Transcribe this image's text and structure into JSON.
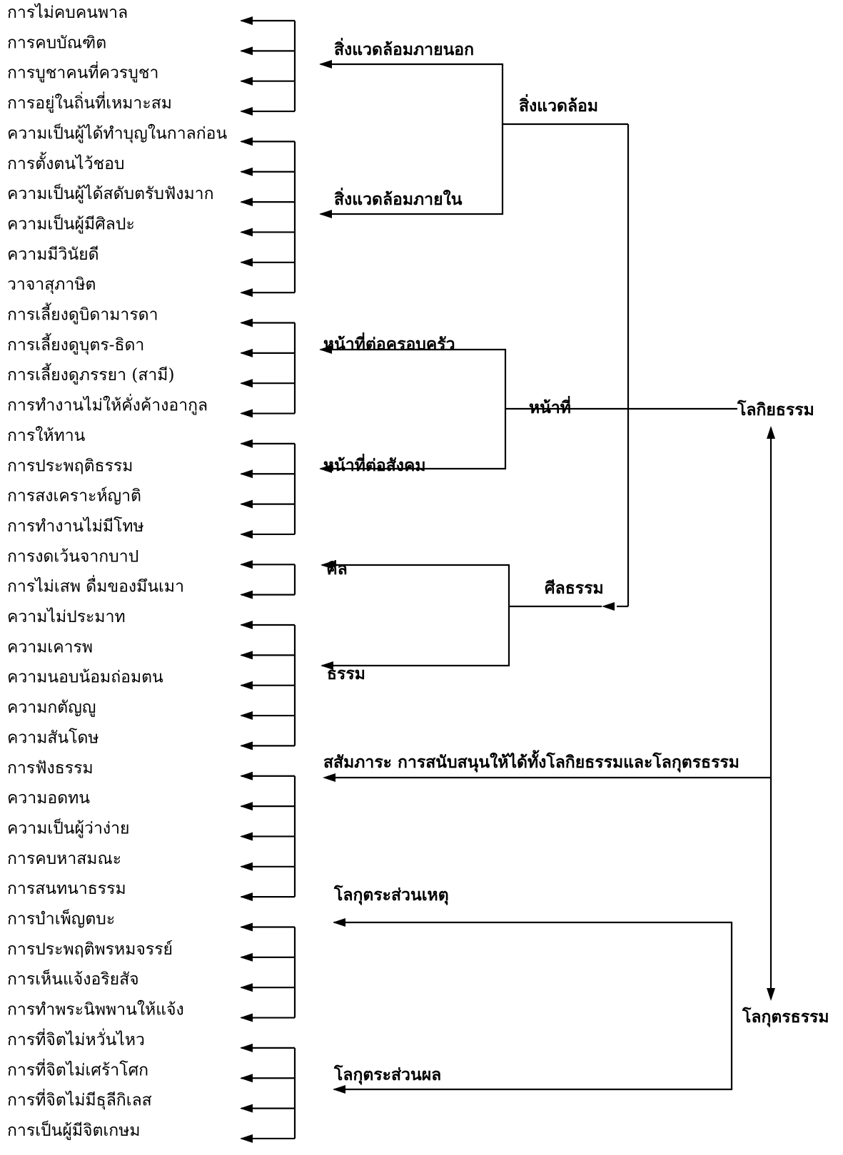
{
  "items": [
    "การไม่คบคนพาล",
    "การคบบัณฑิต",
    "การบูชาคนที่ควรบูชา",
    "การอยู่ในถิ่นที่เหมาะสม",
    "ความเป็นผู้ได้ทำบุญในกาลก่อน",
    "การตั้งตนไว้ชอบ",
    "ความเป็นผู้ได้สดับตรับฟังมาก",
    "ความเป็นผู้มีศิลปะ",
    "ความมีวินัยดี",
    "วาจาสุภาษิต",
    "การเลี้ยงดูบิดามารดา",
    "การเลี้ยงดูบุตร-ธิดา",
    "การเลี้ยงดูภรรยา (สามี)",
    "การทำงานไม่ให้คั่งค้างอากูล",
    "การให้ทาน",
    "การประพฤติธรรม",
    "การสงเคราะห์ญาติ",
    "การทำงานไม่มีโทษ",
    "การงดเว้นจากบาป",
    "การไม่เสพ ดื่มของมึนเมา",
    "ความไม่ประมาท",
    "ความเคารพ",
    "ความนอบน้อมถ่อมตน",
    "ความกตัญญู",
    "ความสันโดษ",
    "การฟังธรรม",
    "ความอดทน",
    "ความเป็นผู้ว่าง่าย",
    "การคบหาสมณะ",
    "การสนทนาธรรม",
    "การบำเพ็ญตบะ",
    "การประพฤติพรหมจรรย์",
    "การเห็นแจ้งอริยสัจ",
    "การทำพระนิพพานให้แจ้ง",
    "การที่จิตไม่หวั่นไหว",
    "การที่จิตไม่เศร้าโศก",
    "การที่จิตไม่มีธุลีกิเลส",
    "การเป็นผู้มีจิตเกษม"
  ],
  "groups": {
    "external_environment": "สิ่งแวดล้อมภายนอก",
    "internal_environment": "สิ่งแวดล้อมภายใน",
    "environment": "สิ่งแวดล้อม",
    "family_duty": "หน้าที่ต่อครอบครัว",
    "social_duty": "หน้าที่ต่อสังคม",
    "duty": "หน้าที่",
    "sila": "ศีล",
    "dhamma": "ธรรม",
    "sila_dhamma": "ศีลธรรม",
    "sambhara": "สสัมภาระ การสนับสนุนให้ได้ทั้งโลกิยธรรมและโลกุตรธรรม",
    "lokuttara_cause": "โลกุตระส่วนเหตุ",
    "lokuttara_result": "โลกุตระส่วนผล",
    "lokiya": "โลกิยธรรม",
    "lokuttara": "โลกุตรธรรม"
  }
}
